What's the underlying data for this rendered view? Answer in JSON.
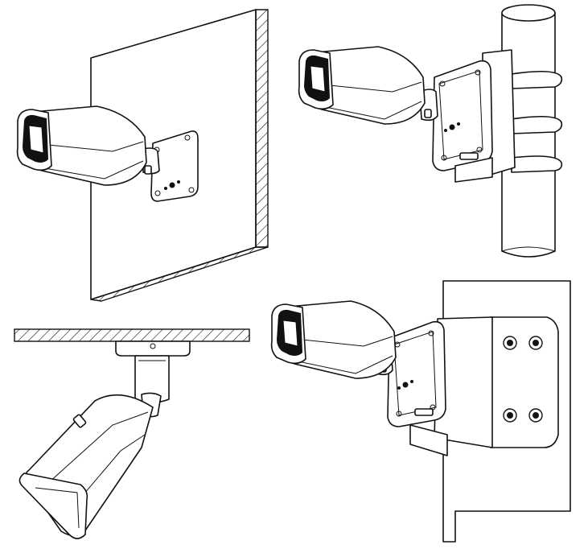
{
  "figure": {
    "panels": [
      {
        "id": "wall-mount",
        "surface": "wall"
      },
      {
        "id": "pole-mount",
        "surface": "pole"
      },
      {
        "id": "ceiling-mount",
        "surface": "ceiling"
      },
      {
        "id": "corner-mount",
        "surface": "corner"
      }
    ],
    "colors": {
      "line": "#111111",
      "background": "#ffffff",
      "hatch": "#111111"
    }
  }
}
